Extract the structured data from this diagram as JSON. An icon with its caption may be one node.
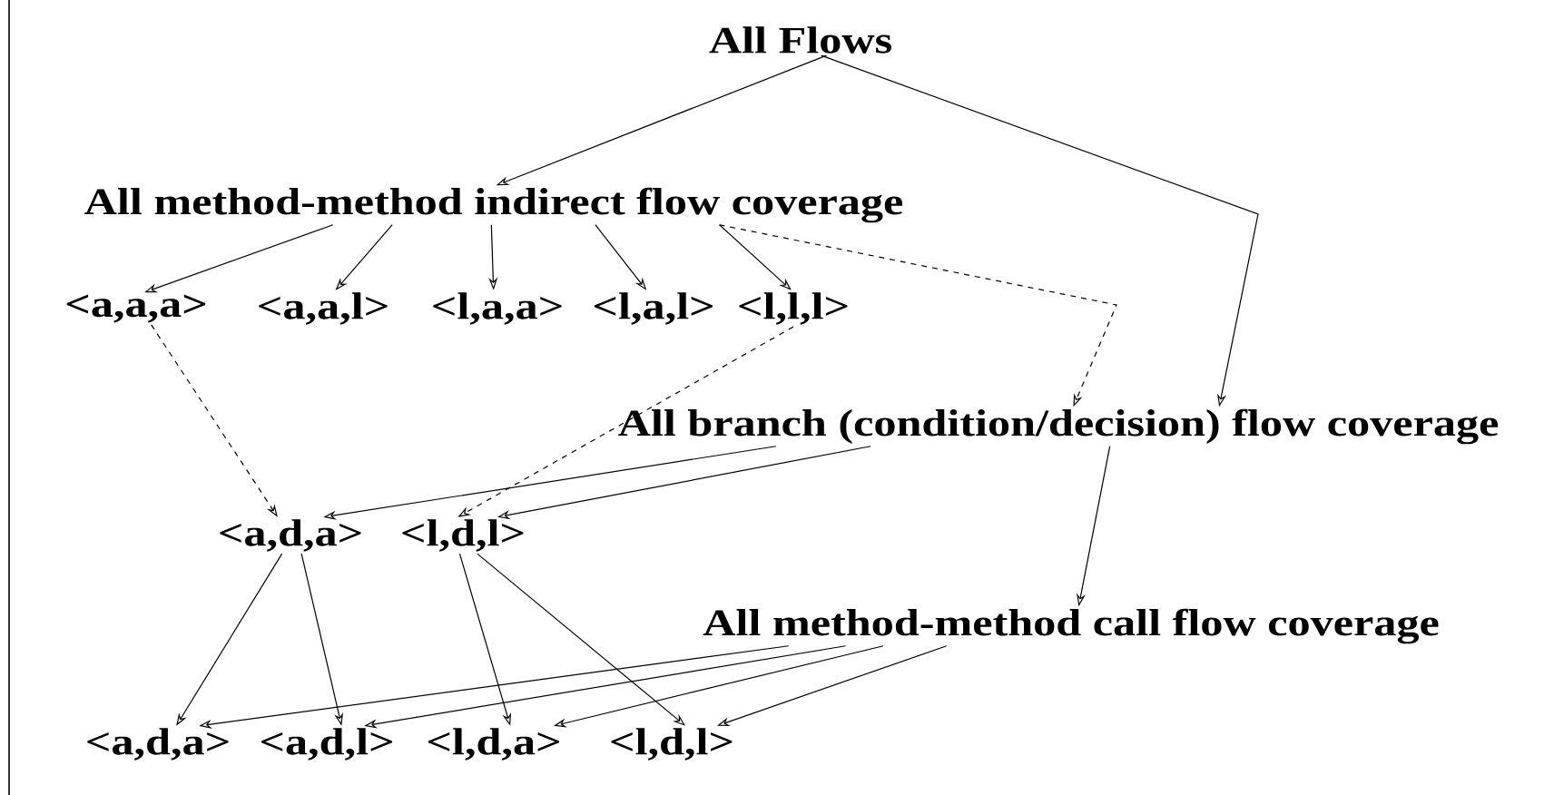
{
  "diagram": {
    "nodes": [
      {
        "text": [
          "All Flows"
        ]
      },
      {
        "text": [
          "All method-method indirect flow coverage"
        ]
      },
      {
        "text": [
          "<a,a,a>"
        ]
      },
      {
        "text": [
          "<a,a,l>"
        ]
      },
      {
        "text": [
          "<l,a,a>"
        ]
      },
      {
        "text": [
          "<l,a,l>"
        ]
      },
      {
        "text": [
          "<l,l,l>"
        ]
      },
      {
        "text": [
          "All branch (condition/decision) flow coverage"
        ]
      },
      {
        "text": [
          "<a,d,a>"
        ]
      },
      {
        "text": [
          "<l,d,l>"
        ]
      },
      {
        "text": [
          "All method-method call flow coverage"
        ]
      },
      {
        "text": [
          "<a,d,a>"
        ]
      },
      {
        "text": [
          "<a,d,l>"
        ]
      },
      {
        "text": [
          "<l,d,a>"
        ]
      },
      {
        "text": [
          "<l,d,l>"
        ]
      }
    ],
    "edges": [
      {
        "from": 0,
        "to": 1,
        "arrow": "to"
      },
      {
        "from": 0,
        "to": 7,
        "arrow": "to"
      },
      {
        "from": 1,
        "to": 2,
        "arrow": "to"
      },
      {
        "from": 1,
        "to": 3,
        "arrow": "to"
      },
      {
        "from": 1,
        "to": 4,
        "arrow": "to"
      },
      {
        "from": 1,
        "to": 5,
        "arrow": "to"
      },
      {
        "from": 1,
        "to": 6,
        "arrow": "to"
      },
      {
        "from": 1,
        "to": 7,
        "arrow": "to",
        "style": "dashed"
      },
      {
        "from": 2,
        "to": 8,
        "arrow": "to",
        "style": "dashed"
      },
      {
        "from": 6,
        "to": 9,
        "arrow": "to",
        "style": "dashed"
      },
      {
        "from": 7,
        "to": 8,
        "arrow": "to"
      },
      {
        "from": 7,
        "to": 9,
        "arrow": "to"
      },
      {
        "from": 7,
        "to": 10,
        "arrow": "to"
      },
      {
        "from": 8,
        "to": 11,
        "arrow": "to"
      },
      {
        "from": 8,
        "to": 12,
        "arrow": "to"
      },
      {
        "from": 9,
        "to": 13,
        "arrow": "to"
      },
      {
        "from": 9,
        "to": 14,
        "arrow": "to"
      },
      {
        "from": 10,
        "to": 11,
        "arrow": "to"
      },
      {
        "from": 10,
        "to": 12,
        "arrow": "to"
      },
      {
        "from": 10,
        "to": 13,
        "arrow": "to"
      },
      {
        "from": 10,
        "to": 14,
        "arrow": "to"
      }
    ]
  }
}
